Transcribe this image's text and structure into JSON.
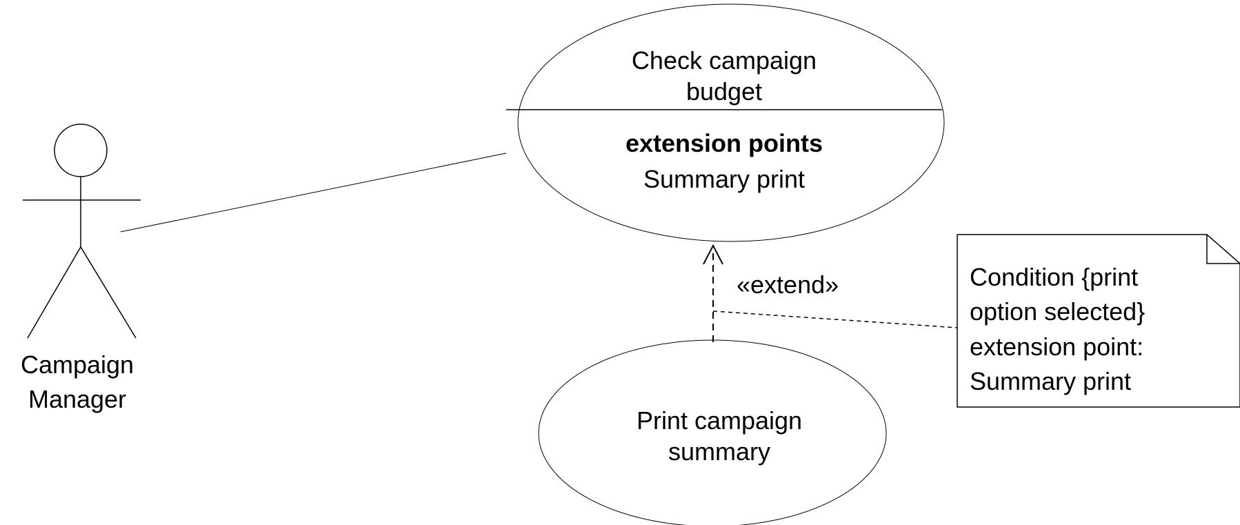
{
  "diagram": {
    "actor": {
      "name_line1": "Campaign",
      "name_line2": "Manager"
    },
    "use_case_check": {
      "title_line1": "Check campaign",
      "title_line2": "budget",
      "compartment_heading": "extension points",
      "extension_point": "Summary print"
    },
    "use_case_print": {
      "title_line1": "Print campaign",
      "title_line2": "summary"
    },
    "extend_relationship": {
      "stereotype": "«extend»"
    },
    "note": {
      "line1": "Condition {print",
      "line2": "option selected}",
      "line3": "extension point:",
      "line4": "Summary print"
    },
    "colors": {
      "stroke": "#000000",
      "background": "#ffffff"
    }
  }
}
